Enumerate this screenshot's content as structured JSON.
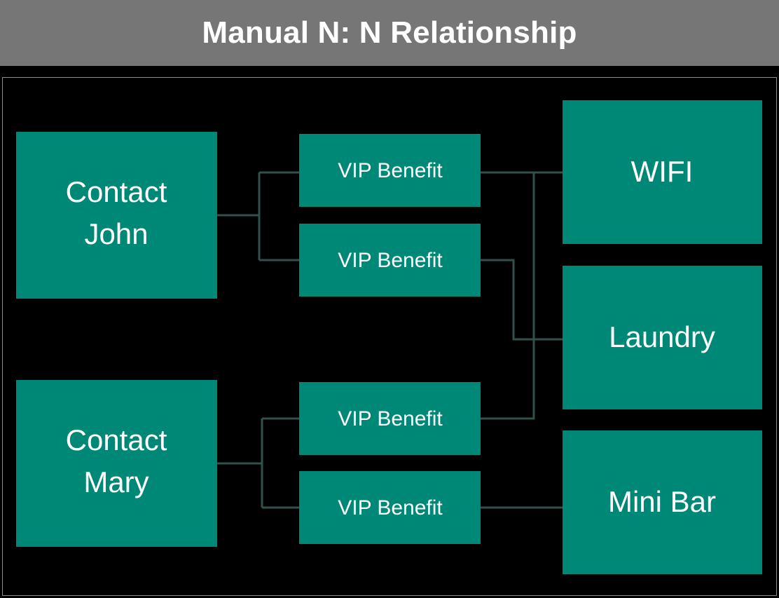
{
  "header": {
    "title": "Manual N: N Relationship",
    "background_color": "#767676",
    "text_color": "#ffffff"
  },
  "canvas": {
    "background_color": "#000000",
    "border_color": "#8d8d8d"
  },
  "theme": {
    "node_fill": "#008876",
    "node_text": "#ffffff",
    "connector_color": "#31514c"
  },
  "diagram": {
    "type": "entity-relationship",
    "description": "Many-to-many relationship between Contacts and Benefits via VIP Benefit junction records",
    "contacts": [
      {
        "id": "contact-john",
        "line1": "Contact",
        "line2": "John"
      },
      {
        "id": "contact-mary",
        "line1": "Contact",
        "line2": "Mary"
      }
    ],
    "junction_nodes": [
      {
        "id": "vip-benefit-1",
        "label": "VIP Benefit"
      },
      {
        "id": "vip-benefit-2",
        "label": "VIP Benefit"
      },
      {
        "id": "vip-benefit-3",
        "label": "VIP Benefit"
      },
      {
        "id": "vip-benefit-4",
        "label": "VIP Benefit"
      }
    ],
    "benefits": [
      {
        "id": "benefit-wifi",
        "label": "WIFI"
      },
      {
        "id": "benefit-laundry",
        "label": "Laundry"
      },
      {
        "id": "benefit-minibar",
        "label": "Mini Bar"
      }
    ],
    "links": [
      {
        "from": "contact-john",
        "to": "vip-benefit-1"
      },
      {
        "from": "contact-john",
        "to": "vip-benefit-2"
      },
      {
        "from": "contact-mary",
        "to": "vip-benefit-3"
      },
      {
        "from": "contact-mary",
        "to": "vip-benefit-4"
      },
      {
        "from": "vip-benefit-1",
        "to": "benefit-wifi"
      },
      {
        "from": "vip-benefit-2",
        "to": "benefit-laundry"
      },
      {
        "from": "vip-benefit-3",
        "to": "benefit-wifi"
      },
      {
        "from": "vip-benefit-4",
        "to": "benefit-minibar"
      }
    ]
  }
}
